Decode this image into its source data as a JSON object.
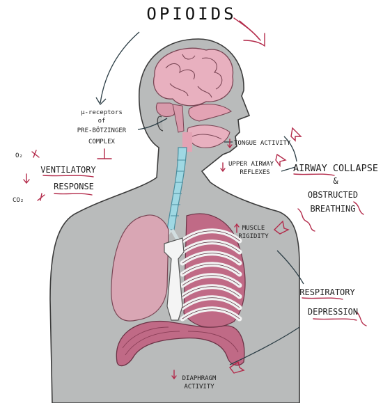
{
  "title": "OPIOIDS",
  "labels": {
    "mu_receptors": "μ-receptors",
    "of": "of",
    "pre_botzinger": "PRE-BÖTZINGER",
    "complex": "COMPLEX",
    "o2": "O₂",
    "co2": "CO₂",
    "ventilatory": "VENTILATORY",
    "response": "RESPONSE",
    "tongue_activity": "TONGUE ACTIVITY",
    "upper_airway": "UPPER AIRWAY",
    "reflexes": "REFLEXES",
    "airway_collapse": "AIRWAY COLLAPSE",
    "ampersand": "&",
    "obstructed": "OBSTRUCTED",
    "breathing": "BREATHING",
    "muscle": "MUSCLE",
    "rigidity": "RIGIDITY",
    "respiratory": "RESPIRATORY",
    "depression": "DEPRESSION",
    "diaphragm": "DIAPHRAGM",
    "activity": "ACTIVITY"
  },
  "colors": {
    "body": "#b9bbbb",
    "outline": "#3c3c3c",
    "tissue_pink": "#e8b0bf",
    "lung": "#d9a6b4",
    "muscle": "#c06a86",
    "trachea": "#9fd8e3",
    "accent_red": "#b32a4a",
    "arrow_dark": "#2c3e46"
  }
}
